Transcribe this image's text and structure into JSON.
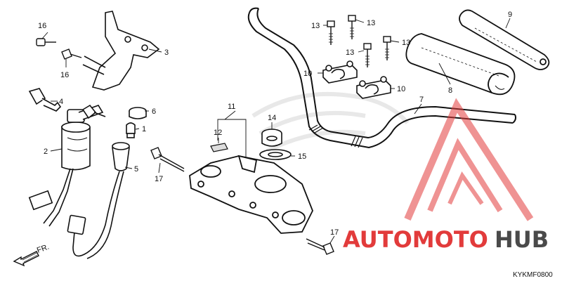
{
  "diagram_code": "KYKMF0800",
  "direction_label": "FR.",
  "watermark": {
    "part1": "AUTOMOTO",
    "part2": "HUB",
    "color_red": "#e23b3b",
    "color_dark": "#4a4a4a"
  },
  "callouts": {
    "c1": "1",
    "c2": "2",
    "c3": "3",
    "c4": "4",
    "c5": "5",
    "c6": "6",
    "c7": "7",
    "c8": "8",
    "c9": "9",
    "c10a": "10",
    "c10b": "10",
    "c11": "11",
    "c12": "12",
    "c13a": "13",
    "c13b": "13",
    "c13c": "13",
    "c13d": "13",
    "c14": "14",
    "c15": "15",
    "c16a": "16",
    "c16b": "16",
    "c17a": "17",
    "c17b": "17"
  }
}
